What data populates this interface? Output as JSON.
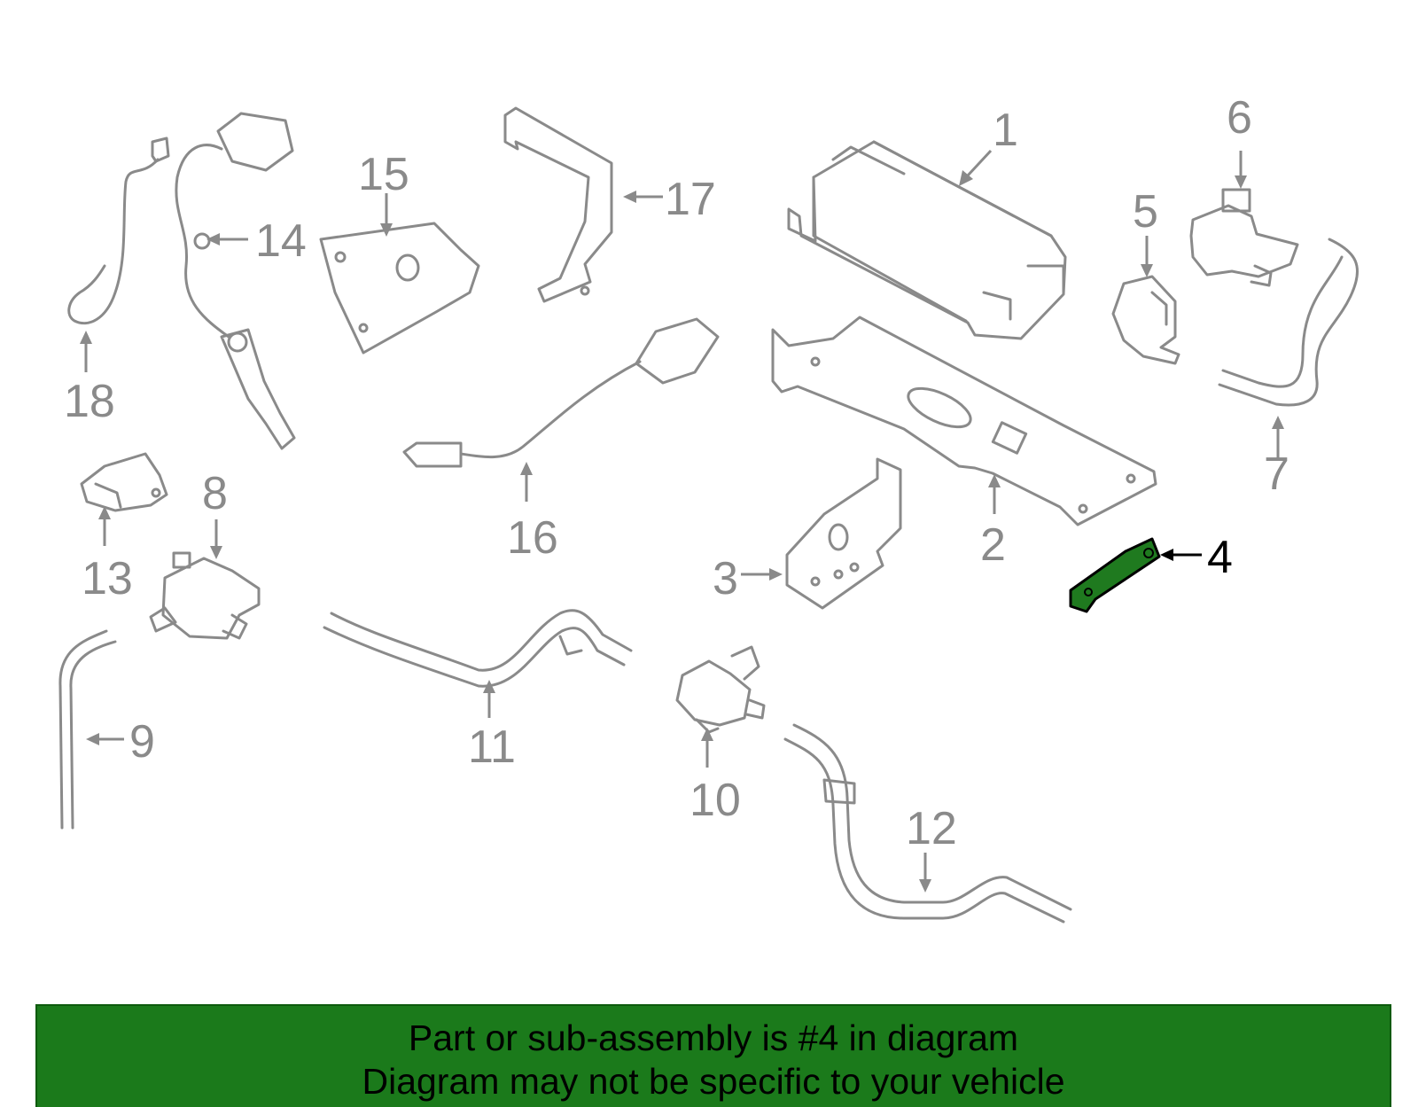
{
  "diagram": {
    "callouts": [
      "1",
      "2",
      "3",
      "4",
      "5",
      "6",
      "7",
      "8",
      "9",
      "10",
      "11",
      "12",
      "13",
      "14",
      "15",
      "16",
      "17",
      "18"
    ],
    "highlighted_part": "4",
    "colors": {
      "line_art": "#8a8a8a",
      "highlight_fill": "#1f7a1f",
      "highlight_callout": "#000000",
      "footer_background": "#1b7a1b"
    }
  },
  "footer": {
    "line1": "Part or sub-assembly is #4 in diagram",
    "line2": "Diagram may not be specific to your vehicle"
  }
}
